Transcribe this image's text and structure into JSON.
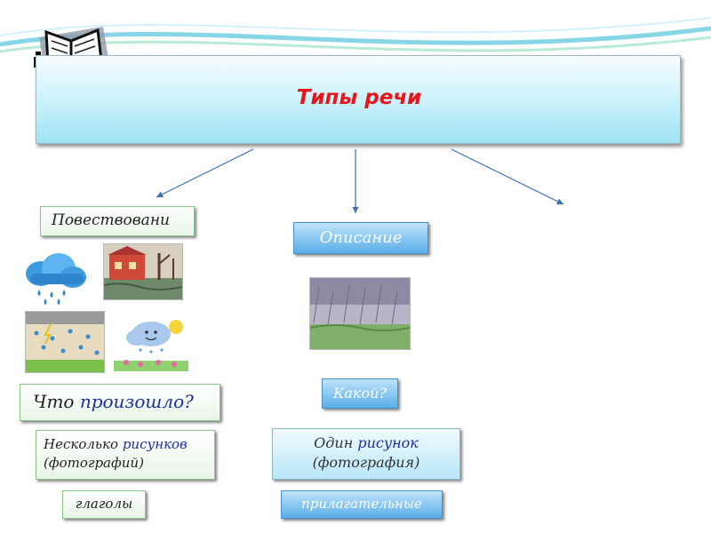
{
  "title": "Типы речи",
  "colors": {
    "title": "#e8161b",
    "box_green": "#e7f6e7",
    "box_blue": "#5aaee8",
    "highlight": "#1e2fa0"
  },
  "narration": {
    "heading": "Повествовани",
    "question": {
      "prefix": "Что ",
      "highlight": "произошло?"
    },
    "pictures": {
      "prefix": "Несколько ",
      "highlight": "рисунков",
      "line2": "(фотографий)"
    },
    "part_of_speech": "глаголы"
  },
  "description": {
    "heading": "Описание",
    "question": "Какой?",
    "pictures": {
      "prefix": "Один ",
      "highlight": "рисунок",
      "line2": "(фотография)"
    },
    "part_of_speech": "прилагательные"
  },
  "icons": {
    "logo": "open-book-icon",
    "rain_cloud": "rain-cloud-icon",
    "drawings": [
      "autumn-house-drawing",
      "rain-field-drawing",
      "smiling-cloud-drawing",
      "rain-landscape-drawing"
    ]
  }
}
